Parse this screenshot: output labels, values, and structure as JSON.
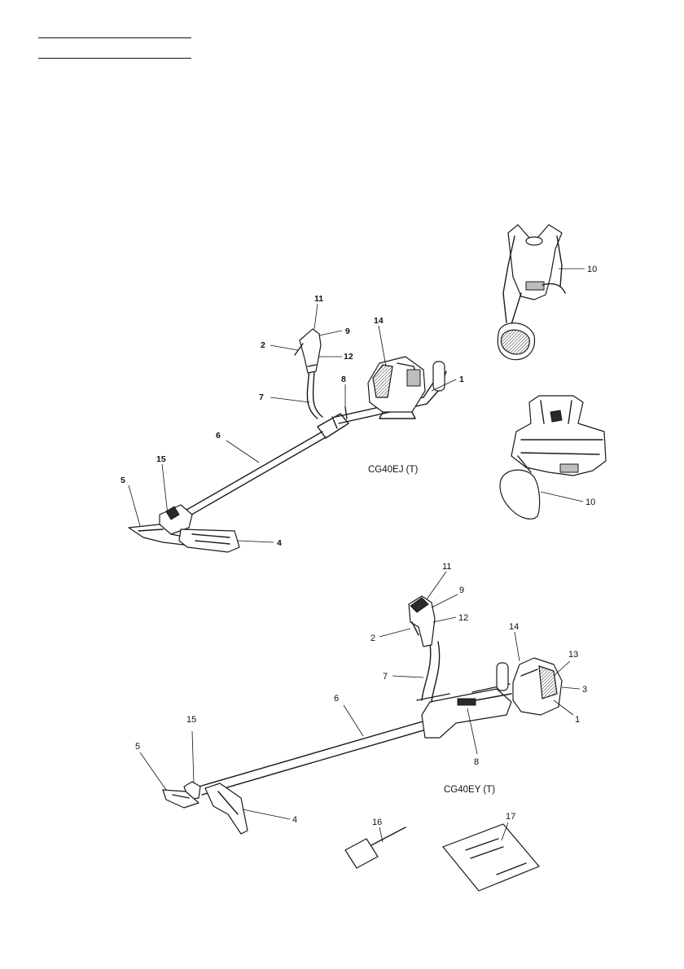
{
  "figure_a": {
    "model": "CG40EJ (T)",
    "callouts": [
      "11",
      "9",
      "14",
      "2",
      "12",
      "8",
      "1",
      "7",
      "6",
      "15",
      "5",
      "4",
      "10",
      "10"
    ]
  },
  "figure_b": {
    "model": "CG40EY (T)",
    "callouts": [
      "11",
      "9",
      "12",
      "2",
      "14",
      "13",
      "3",
      "7",
      "6",
      "1",
      "8",
      "15",
      "5",
      "4",
      "16",
      "17"
    ]
  }
}
